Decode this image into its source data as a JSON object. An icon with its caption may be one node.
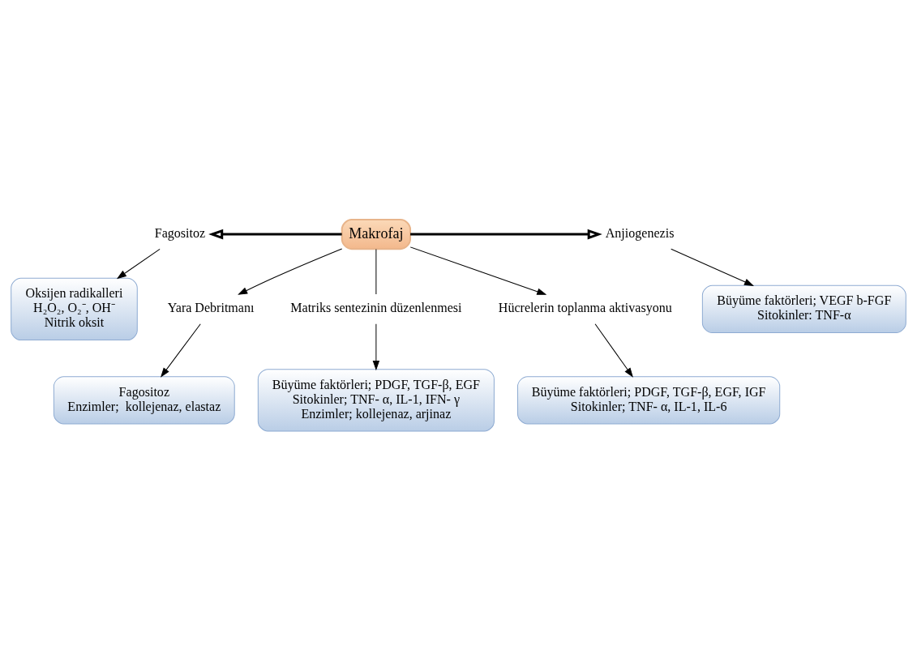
{
  "diagram": {
    "nodes": [
      {
        "text": [
          "Makrofaj"
        ]
      },
      {
        "text": [
          "Fagositoz"
        ]
      },
      {
        "text": [
          "Anjiogenezis"
        ]
      },
      {
        "text": [
          "Yara Debritmanı"
        ]
      },
      {
        "text": [
          "Matriks sentezinin düzenlenmesi"
        ]
      },
      {
        "text": [
          "Hücrelerin toplanma aktivasyonu"
        ]
      },
      {
        "text": [
          "Oksijen radikalleri",
          "H₂O₂, O₂⁻, OH⁻",
          "Nitrik oksit"
        ]
      },
      {
        "text": [
          "Fagositoz",
          "Enzimler;  kollejenaz, elastaz"
        ]
      },
      {
        "text": [
          "Büyüme faktörleri; PDGF, TGF-β, EGF, IGF",
          "Sitokinler; TNF- α, IL-1, IL-6"
        ]
      },
      {
        "text": [
          "Büyüme faktörleri; VEGF b-FGF",
          "Sitokinler: TNF-α"
        ]
      },
      {
        "text": [
          "Büyüme faktörleri; PDGF, TGF-β, EGF",
          "Sitokinler; TNF- α, IL-1, IFN- γ",
          "Enzimler; kollejenaz, arjinaz"
        ]
      }
    ],
    "edges": [
      {
        "from": 0,
        "to": 1,
        "arrow": "to",
        "style": "thick"
      },
      {
        "from": 0,
        "to": 2,
        "arrow": "to",
        "style": "thick"
      },
      {
        "from": 0,
        "to": 3,
        "arrow": "to"
      },
      {
        "from": 0,
        "to": 4,
        "arrow": "none"
      },
      {
        "from": 0,
        "to": 5,
        "arrow": "to"
      },
      {
        "from": 1,
        "to": 6,
        "arrow": "to"
      },
      {
        "from": 3,
        "to": 7,
        "arrow": "to"
      },
      {
        "from": 4,
        "to": 10,
        "arrow": "to"
      },
      {
        "from": 5,
        "to": 8,
        "arrow": "to"
      },
      {
        "from": 2,
        "to": 9,
        "arrow": "to"
      }
    ]
  }
}
